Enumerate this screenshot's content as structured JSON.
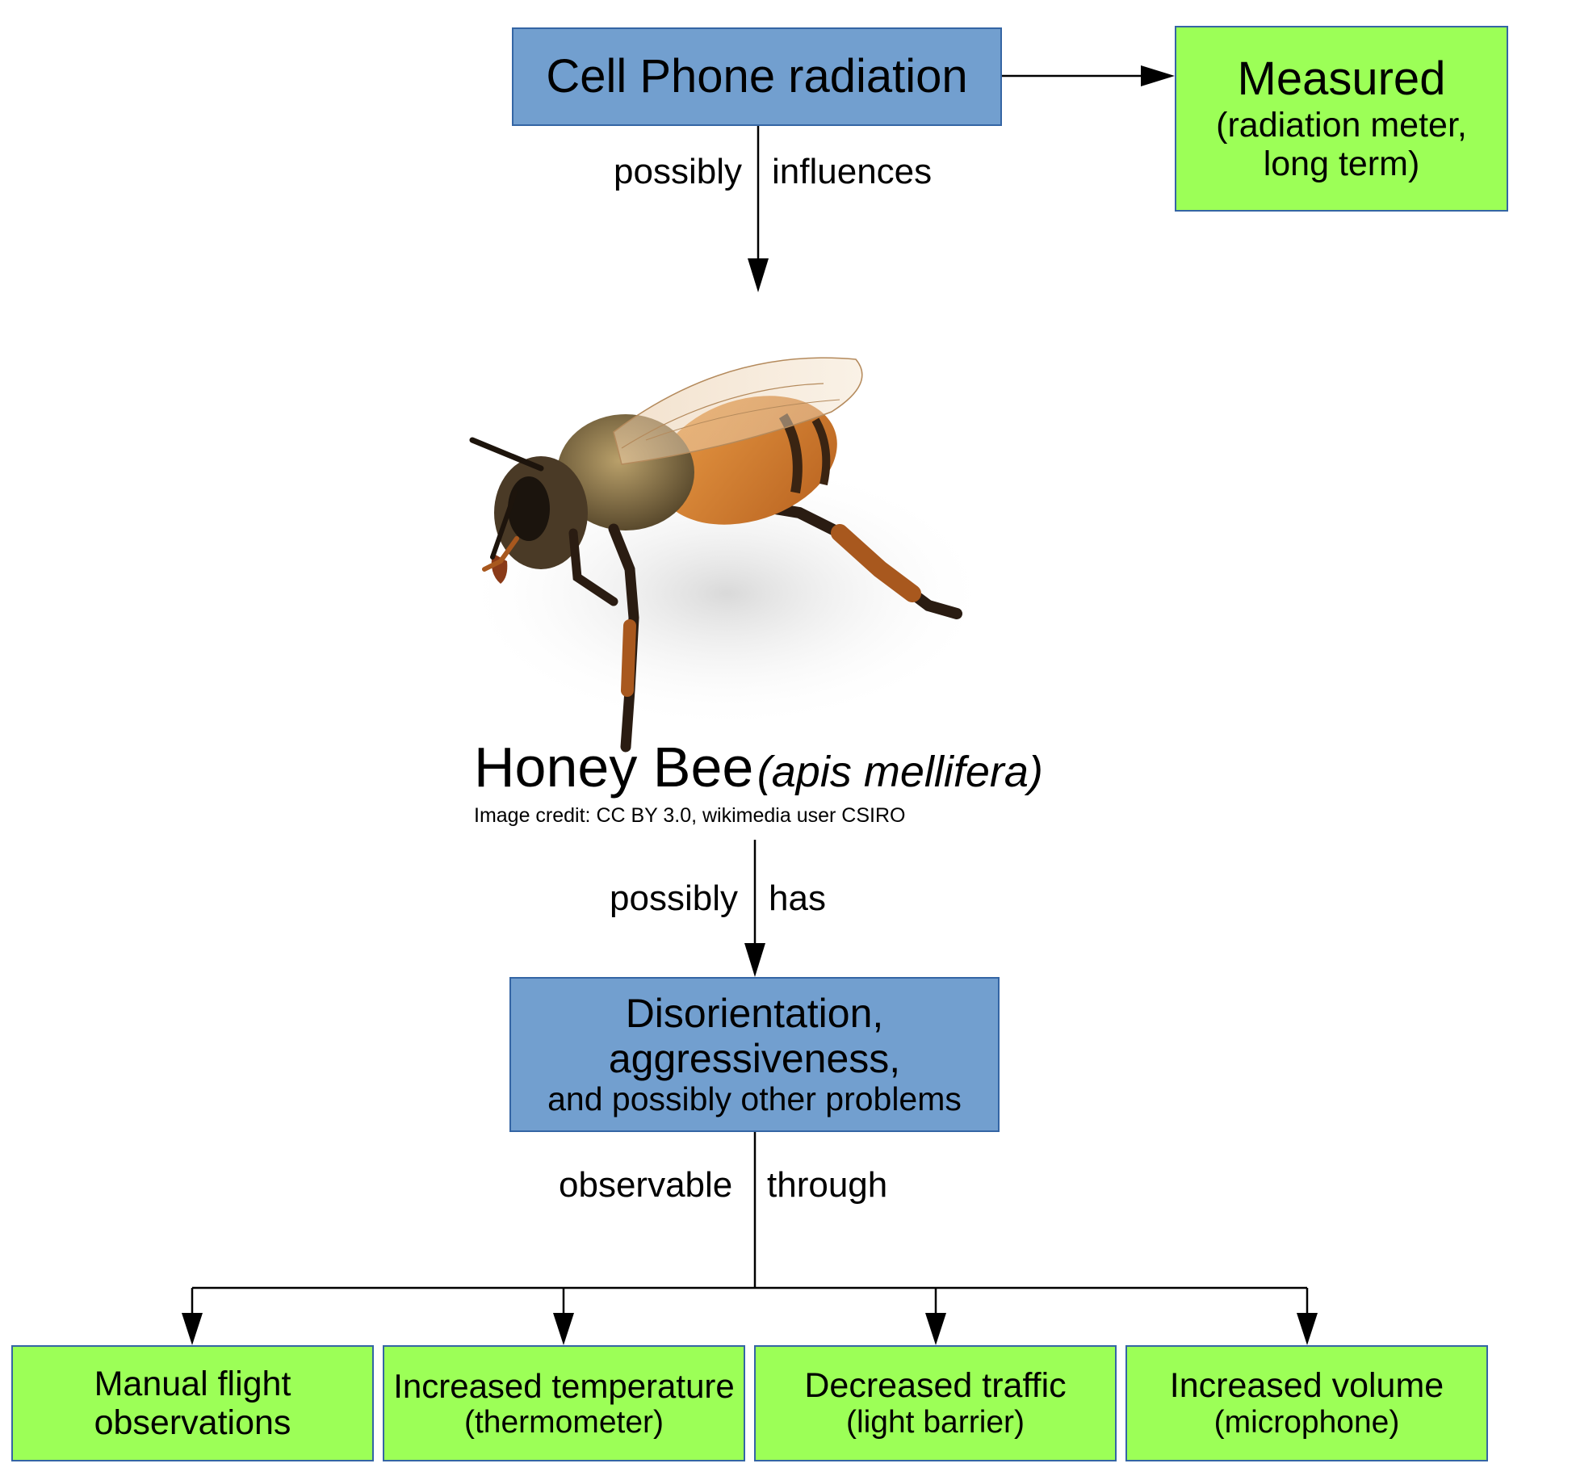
{
  "nodes": {
    "cell_phone": {
      "title": "Cell Phone radiation"
    },
    "measured": {
      "title": "Measured",
      "subtitle_1": "(radiation meter,",
      "subtitle_2": "long term)"
    },
    "honey_bee": {
      "name": "Honey Bee",
      "latin": "(apis mellifera)",
      "credit": "Image credit: CC BY 3.0, wikimedia user CSIRO"
    },
    "disorientation": {
      "line_1": "Disorientation,",
      "line_2": "aggressiveness,",
      "line_3": "and possibly other problems"
    },
    "outputs": [
      {
        "line_1": "Manual flight",
        "line_2": "observations"
      },
      {
        "line_1": "Increased temperature",
        "line_2": "(thermometer)"
      },
      {
        "line_1": "Decreased traffic",
        "line_2": "(light barrier)"
      },
      {
        "line_1": "Increased volume",
        "line_2": "(microphone)"
      }
    ]
  },
  "edge_labels": {
    "influences": {
      "left": "possibly",
      "right": "influences"
    },
    "has": {
      "left": "possibly",
      "right": "has"
    },
    "observable": {
      "left": "observable",
      "right": "through"
    }
  },
  "colors": {
    "blue_fill": "#729fcf",
    "green_fill": "#9cff57",
    "border": "#3465a4",
    "line": "#000000"
  }
}
